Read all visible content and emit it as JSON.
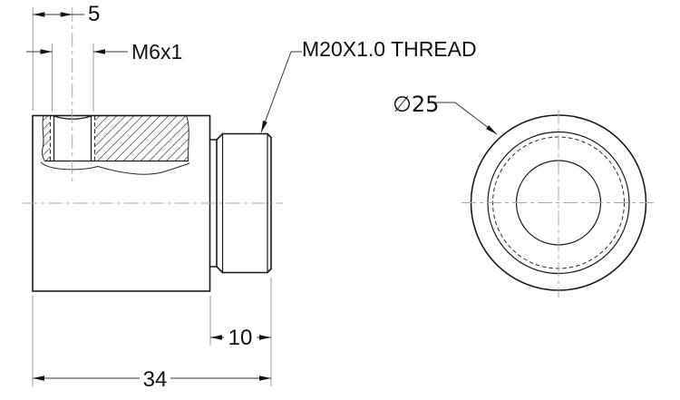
{
  "drawing": {
    "kind": "mechanical-part-two-view-drawing",
    "labels": {
      "hole_offset": "5",
      "tapped_hole": "M6x1",
      "external_thread": "M20X1.0 THREAD",
      "thread_length": "10",
      "overall_length": "34",
      "outer_diameter": "∅25"
    },
    "colors": {
      "outline": "#1a1a1a",
      "dimension": "#3a3a3a",
      "extension": "#9a9a9a",
      "centerline": "#ababab",
      "background": "#ffffff"
    }
  }
}
